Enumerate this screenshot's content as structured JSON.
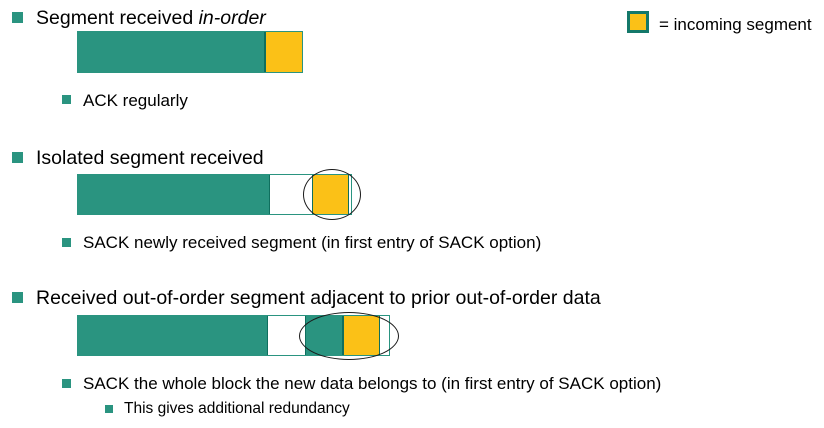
{
  "slide": {
    "title_semantic": "TCP SACK receiver behaviour",
    "background_color": "#ffffff",
    "colors": {
      "teal": "#2a9480",
      "teal_border": "#0f6f5e",
      "yellow": "#fbc117",
      "legend_border": "#14786a",
      "text": "#000000",
      "ellipse": "#1a1a1a"
    }
  },
  "legend": {
    "swatch_name": "incoming-segment-swatch",
    "swatch_color": "#fbc117",
    "label": "= incoming segment"
  },
  "sections": [
    {
      "heading_plain": "Segment received in-order",
      "heading_prefix": "Segment received ",
      "heading_emphasis": "in-order",
      "bullets": [
        {
          "level": 2,
          "text": "ACK regularly"
        }
      ],
      "diagram": {
        "name": "in-order-segment-bar",
        "has_highlight": false,
        "segments": [
          {
            "kind": "teal",
            "label": "in-order received data"
          },
          {
            "kind": "yellow",
            "label": "incoming segment"
          }
        ]
      }
    },
    {
      "heading_plain": "Isolated segment received",
      "heading_prefix": "Isolated segment received",
      "heading_emphasis": "",
      "bullets": [
        {
          "level": 2,
          "text": "SACK newly received segment (in first entry of SACK option)"
        }
      ],
      "diagram": {
        "name": "isolated-segment-bar",
        "has_highlight": true,
        "highlight_label": "highlight-ellipse-isolated",
        "segments": [
          {
            "kind": "teal",
            "label": "in-order received data"
          },
          {
            "kind": "white",
            "label": "missing data hole"
          },
          {
            "kind": "yellow",
            "label": "incoming segment"
          }
        ]
      }
    },
    {
      "heading_plain": "Received out-of-order segment adjacent to prior out-of-order data",
      "heading_prefix": "Received out-of-order segment adjacent to prior out-of-order data",
      "heading_emphasis": "",
      "bullets": [
        {
          "level": 2,
          "text": "SACK the whole block the new data belongs to (in first entry of SACK option)"
        },
        {
          "level": 3,
          "text": "This gives additional redundancy"
        }
      ],
      "diagram": {
        "name": "adjacent-out-of-order-bar",
        "has_highlight": true,
        "highlight_label": "highlight-ellipse-adjacent",
        "segments": [
          {
            "kind": "teal",
            "label": "in-order received data"
          },
          {
            "kind": "white",
            "label": "missing data hole"
          },
          {
            "kind": "teal",
            "label": "prior out-of-order data"
          },
          {
            "kind": "yellow",
            "label": "incoming segment"
          }
        ]
      }
    }
  ]
}
